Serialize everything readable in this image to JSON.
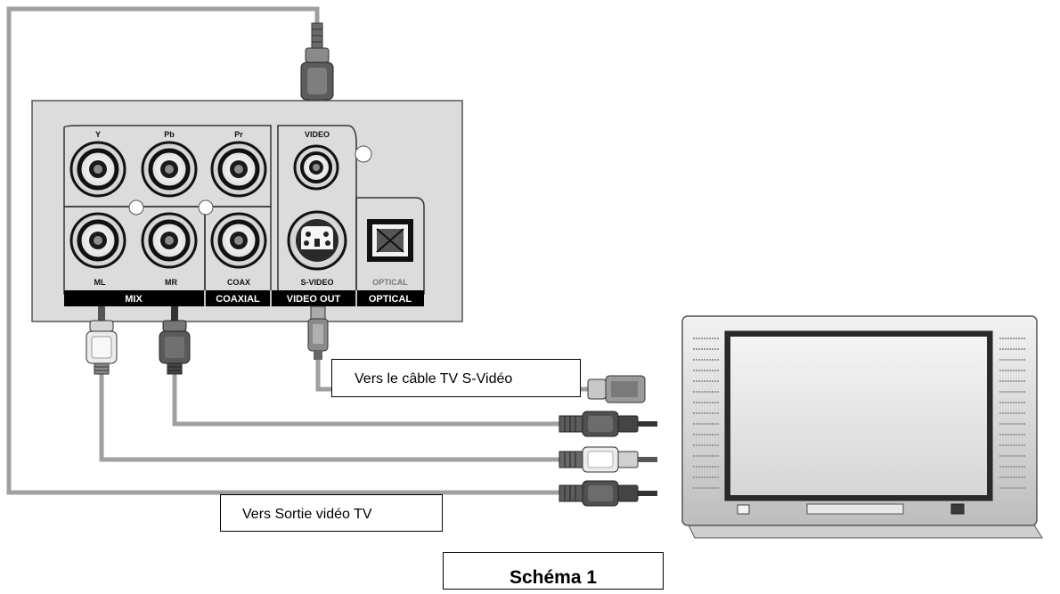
{
  "panel": {
    "labels": {
      "y": "Y",
      "pb": "Pb",
      "pr": "Pr",
      "video": "VIDEO",
      "ml": "ML",
      "mr": "MR",
      "coax": "COAX",
      "svideo": "S-VIDEO",
      "optical_small": "OPTICAL"
    },
    "groups": {
      "mix": "MIX",
      "coaxial": "COAXIAL",
      "video_out": "VIDEO OUT",
      "optical": "OPTICAL"
    }
  },
  "captions": {
    "svideo_cable": "Vers le câble TV S-Vidéo",
    "video_out": "Vers Sortie vidéo TV",
    "figure": "Schéma 1"
  },
  "colors": {
    "panel": "#dcdcdc",
    "cable": "#9a9a9a",
    "connector_dark": "#5a5a5a",
    "connector_light": "#d8d8d8",
    "label_bar": "#000000"
  }
}
